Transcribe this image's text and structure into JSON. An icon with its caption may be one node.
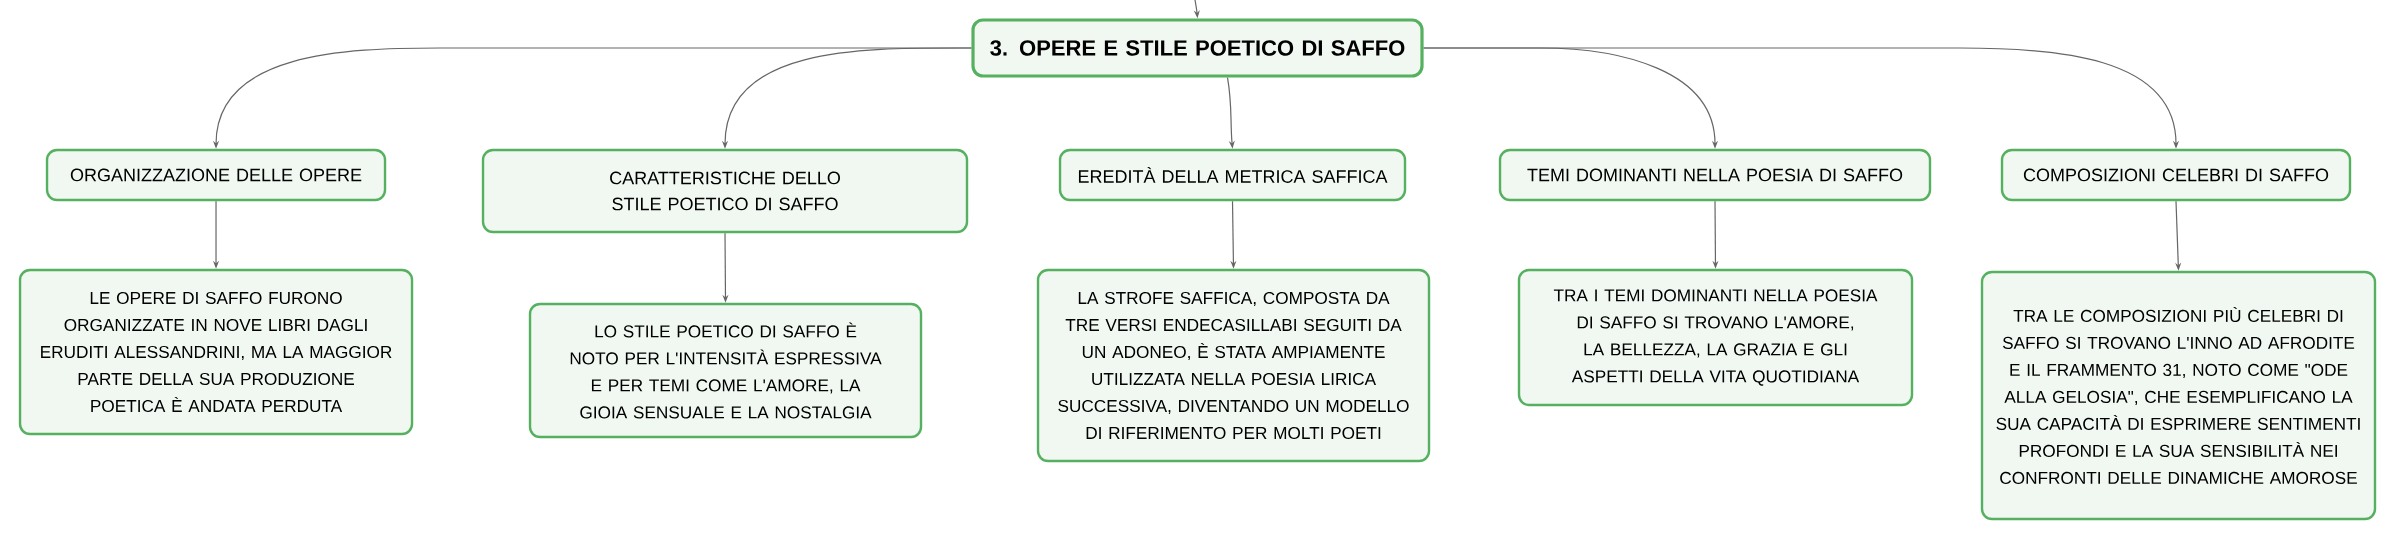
{
  "diagram": {
    "nodes": [
      {
        "text": [
          "3. OPERE E STILE POETICO DI SAFFO"
        ]
      },
      {
        "text": [
          "ORGANIZZAZIONE DELLE OPERE"
        ]
      },
      {
        "text": [
          "CARATTERISTICHE DELLO STILE POETICO DI SAFFO"
        ]
      },
      {
        "text": [
          "EREDITÀ DELLA METRICA SAFFICA"
        ]
      },
      {
        "text": [
          "TEMI DOMINANTI NELLA POESIA DI SAFFO"
        ]
      },
      {
        "text": [
          "COMPOSIZIONI CELEBRI DI SAFFO"
        ]
      },
      {
        "text": [
          "LE OPERE DI SAFFO FURONO ORGANIZZATE IN NOVE LIBRI DAGLI ERUDITI ALESSANDRINI, MA LA MAGGIOR PARTE DELLA SUA PRODUZIONE POETICA È ANDATA PERDUTA"
        ]
      },
      {
        "text": [
          "LO STILE POETICO DI SAFFO È NOTO PER L'INTENSITÀ ESPRESSIVA E PER TEMI COME L'AMORE, LA GIOIA SENSUALE E LA NOSTALGIA"
        ]
      },
      {
        "text": [
          "LA STROFE SAFFICA, COMPOSTA DA TRE VERSI ENDECASILLABI SEGUITI DA UN ADONEO, È STATA AMPIAMENTE UTILIZZATA NELLA POESIA LIRICA SUCCESSIVA, DIVENTANDO UN MODELLO DI RIFERIMENTO PER MOLTI POETI"
        ]
      },
      {
        "text": [
          "TRA I TEMI DOMINANTI NELLA POESIA DI SAFFO SI TROVANO L'AMORE, LA BELLEZZA, LA GRAZIA E GLI ASPETTI DELLA VITA QUOTIDIANA"
        ]
      },
      {
        "text": [
          "TRA LE COMPOSIZIONI PIÙ CELEBRI DI SAFFO SI TROVANO L'INNO AD AFRODITE E IL FRAMMENTO 31, NOTO COME \"ODE ALLA GELOSIA\", CHE ESEMPLIFICANO LA SUA CAPACITÀ DI ESPRIMERE SENTIMENTI PROFONDI E LA SUA SENSIBILITÀ NEI CONFRONTI DELLE DINAMICHE AMOROSE"
        ]
      }
    ],
    "edges": [
      {
        "from": null,
        "to": 0,
        "arrow": "to"
      },
      {
        "from": 0,
        "to": 1,
        "arrow": "to"
      },
      {
        "from": 0,
        "to": 2,
        "arrow": "to"
      },
      {
        "from": 0,
        "to": 3,
        "arrow": "to"
      },
      {
        "from": 0,
        "to": 4,
        "arrow": "to"
      },
      {
        "from": 0,
        "to": 5,
        "arrow": "to"
      },
      {
        "from": 1,
        "to": 6,
        "arrow": "to"
      },
      {
        "from": 2,
        "to": 7,
        "arrow": "to"
      },
      {
        "from": 3,
        "to": 8,
        "arrow": "to"
      },
      {
        "from": 4,
        "to": 9,
        "arrow": "to"
      },
      {
        "from": 5,
        "to": 10,
        "arrow": "to"
      }
    ]
  }
}
